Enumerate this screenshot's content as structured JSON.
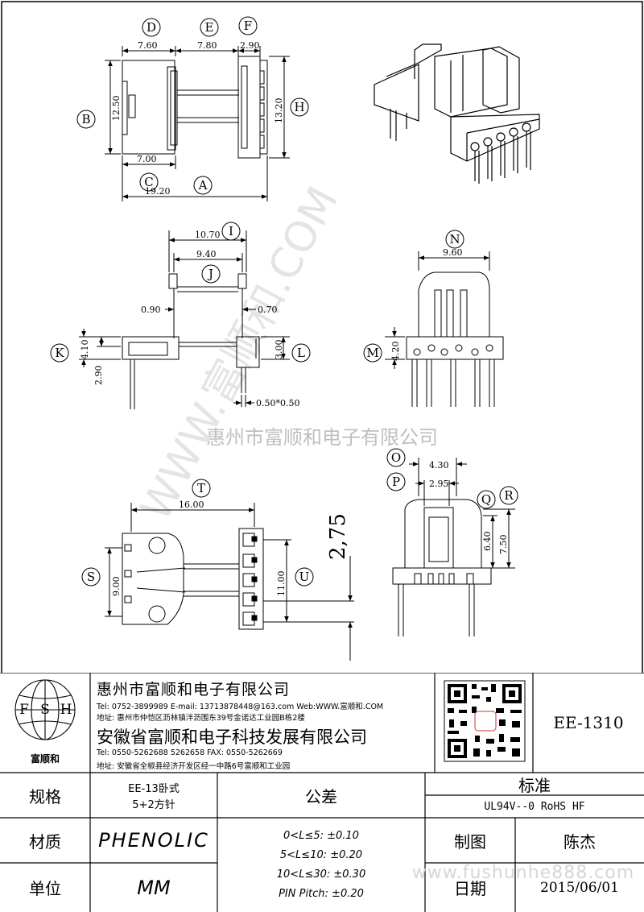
{
  "labels": {
    "A": "A",
    "B": "B",
    "C": "C",
    "D": "D",
    "E": "E",
    "F": "F",
    "H": "H",
    "I": "I",
    "J": "J",
    "K": "K",
    "L": "L",
    "M": "M",
    "N": "N",
    "O": "O",
    "P": "P",
    "Q": "Q",
    "R": "R",
    "S": "S",
    "T": "T",
    "U": "U"
  },
  "dims": {
    "d_7_60": "7.60",
    "d_7_80": "7.80",
    "d_2_90_top": "2.90",
    "d_12_50": "12.50",
    "d_13_20": "13.20",
    "d_7_00": "7.00",
    "d_19_20": "19.20",
    "d_10_70": "10.70",
    "d_9_40": "9.40",
    "d_0_90": "0.90",
    "d_0_70": "0.70",
    "d_4_10": "4.10",
    "d_2_90_side": "2.90",
    "d_3_00": "3.00",
    "d_0_50x0_50": "0.50*0.50",
    "d_9_60": "9.60",
    "d_4_20": "4.20",
    "d_4_30": "4.30",
    "d_2_95": "2.95",
    "d_6_40": "6.40",
    "d_7_50": "7.50",
    "d_16_00": "16.00",
    "d_9_00": "9.00",
    "d_11_00": "11.00",
    "d_2_75": "2,75"
  },
  "watermark": {
    "center_text": "惠州市富顺和电子有限公司",
    "diagonal_text": "WWW.富顺和.COM",
    "bottom_text": "www.fushunhe888.com"
  },
  "title_block": {
    "logo_letters": [
      "F",
      "S",
      "H"
    ],
    "logo_name": "富顺和",
    "company1": "惠州市富顺和电子有限公司",
    "company1_tel": "Tel:  0752-3899989  E-mail: 13713878448@163.com  Web:WWW.富顺和.COM",
    "company1_addr": "地址: 惠州市仲恺区沥林镇泮沥围东39号金诺达工业园B栋2楼",
    "company2": "安徽省富顺和电子科技发展有限公司",
    "company2_tel": "Tel:  0550-5262688  5262658      FAX: 0550-5262669",
    "company2_addr": "地址: 安徽省全椒县经济开发区经一中路6号富顺和工业园",
    "part_no": "EE-1310",
    "spec_label": "规格",
    "spec_value1": "EE-13卧式",
    "spec_value2": "5+2方针",
    "tolerance_label": "公差",
    "standard_label": "标准",
    "standard_value": "UL94V--0  RoHS HF",
    "material_label": "材质",
    "material_value": "PHENOLIC",
    "tol1": "0<L≤5: ±0.10",
    "tol2": "5<L≤10: ±0.20",
    "tol3": "10<L≤30: ±0.30",
    "tol4": "PIN Pitch: ±0.20",
    "drawn_label": "制图",
    "drawn_value": "陈杰",
    "unit_label": "单位",
    "unit_value": "MM",
    "date_label": "日期",
    "date_value": "2015/06/01"
  }
}
